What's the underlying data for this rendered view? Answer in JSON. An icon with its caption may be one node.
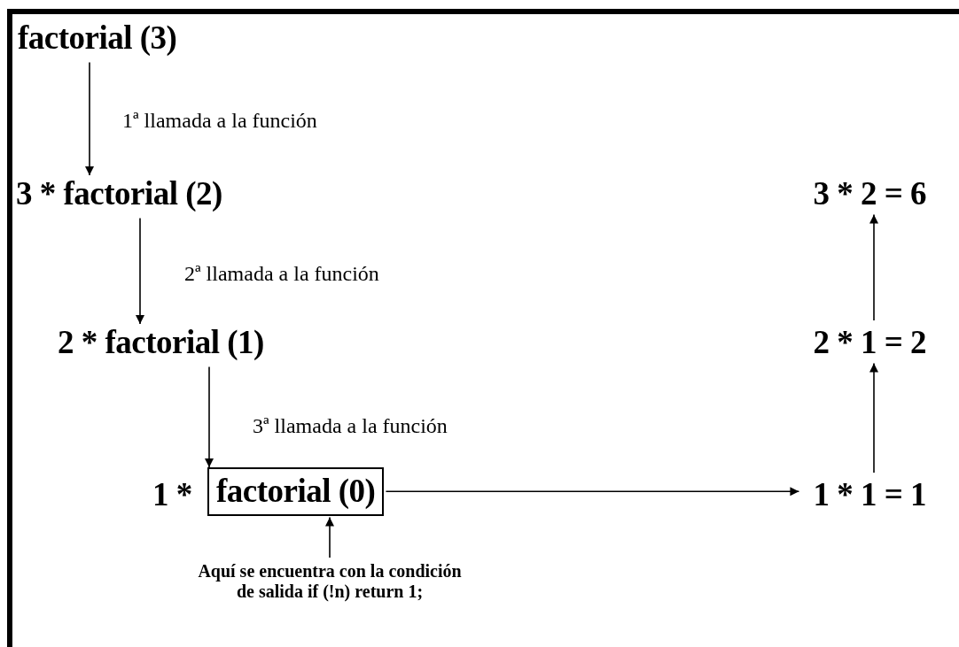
{
  "diagram": {
    "nodes": [
      {
        "text": [
          "factorial (3)"
        ]
      },
      {
        "text": [
          "3 * factorial (2)"
        ]
      },
      {
        "text": [
          "2 * factorial (1)"
        ]
      },
      {
        "text": [
          "factorial (0)"
        ]
      },
      {
        "text": [
          "1 * 1 = 1"
        ]
      },
      {
        "text": [
          "2 * 1 = 2"
        ]
      },
      {
        "text": [
          "3 * 2 = 6"
        ]
      },
      {
        "text": [
          "Aquí se encuentra con la condición de salida if (!n) return 1;"
        ]
      }
    ],
    "edges": [
      {
        "from": 0,
        "to": 1,
        "arrow": "to",
        "label": "1ª llamada a la función"
      },
      {
        "from": 1,
        "to": 2,
        "arrow": "to",
        "label": "2ª llamada a la función"
      },
      {
        "from": 2,
        "to": 3,
        "arrow": "to",
        "label": "3ª llamada a la función"
      },
      {
        "from": 3,
        "to": 4,
        "arrow": "to"
      },
      {
        "from": 4,
        "to": 5,
        "arrow": "to"
      },
      {
        "from": 5,
        "to": 6,
        "arrow": "to"
      },
      {
        "from": 7,
        "to": 3,
        "arrow": "to"
      }
    ],
    "labels": [
      "1 *"
    ]
  }
}
